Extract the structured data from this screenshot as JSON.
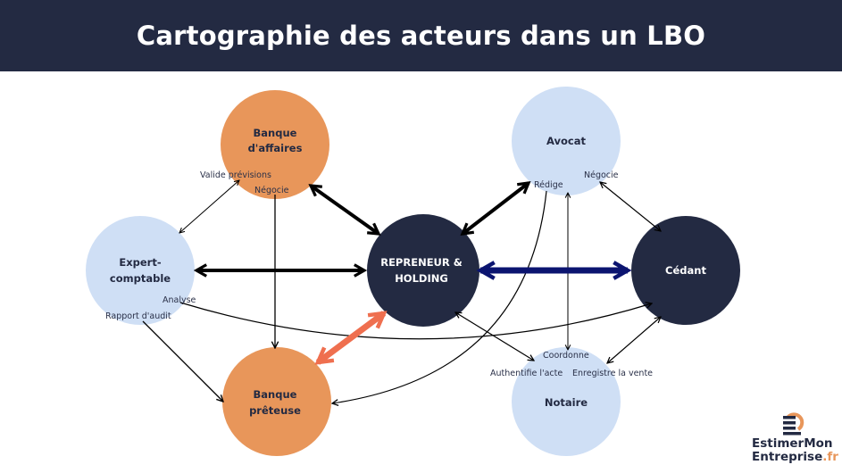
{
  "title": "Cartographie des acteurs dans un LBO",
  "colors": {
    "header": "#232a42",
    "orange": "#e8965a",
    "light_blue": "#cfdff5",
    "dark": "#232a42",
    "navy_arrow": "#0b1470",
    "salmon_arrow": "#ef6f4f"
  },
  "nodes": {
    "banque_affaires": [
      "Banque",
      "d'affaires"
    ],
    "avocat": [
      "Avocat"
    ],
    "expert": [
      "Expert-",
      "comptable"
    ],
    "repreneur": [
      "REPRENEUR &",
      "HOLDING"
    ],
    "cedant": [
      "Cédant"
    ],
    "banque_preteuse": [
      "Banque",
      "prêteuse"
    ],
    "notaire": [
      "Notaire"
    ]
  },
  "edge_labels": {
    "valide": "Valide prévisions",
    "negocie_ba": "Négocie",
    "redige": "Rédige",
    "negocie_av": "Négocie",
    "analyse": "Analyse",
    "rapport": "Rapport d'audit",
    "coordonne": "Coordonne",
    "authentifie": "Authentifie l'acte",
    "enregistre": "Enregistre la vente"
  },
  "logo": {
    "line1": "EstimerMon",
    "line2": "Entreprise",
    "tld": ".fr"
  }
}
